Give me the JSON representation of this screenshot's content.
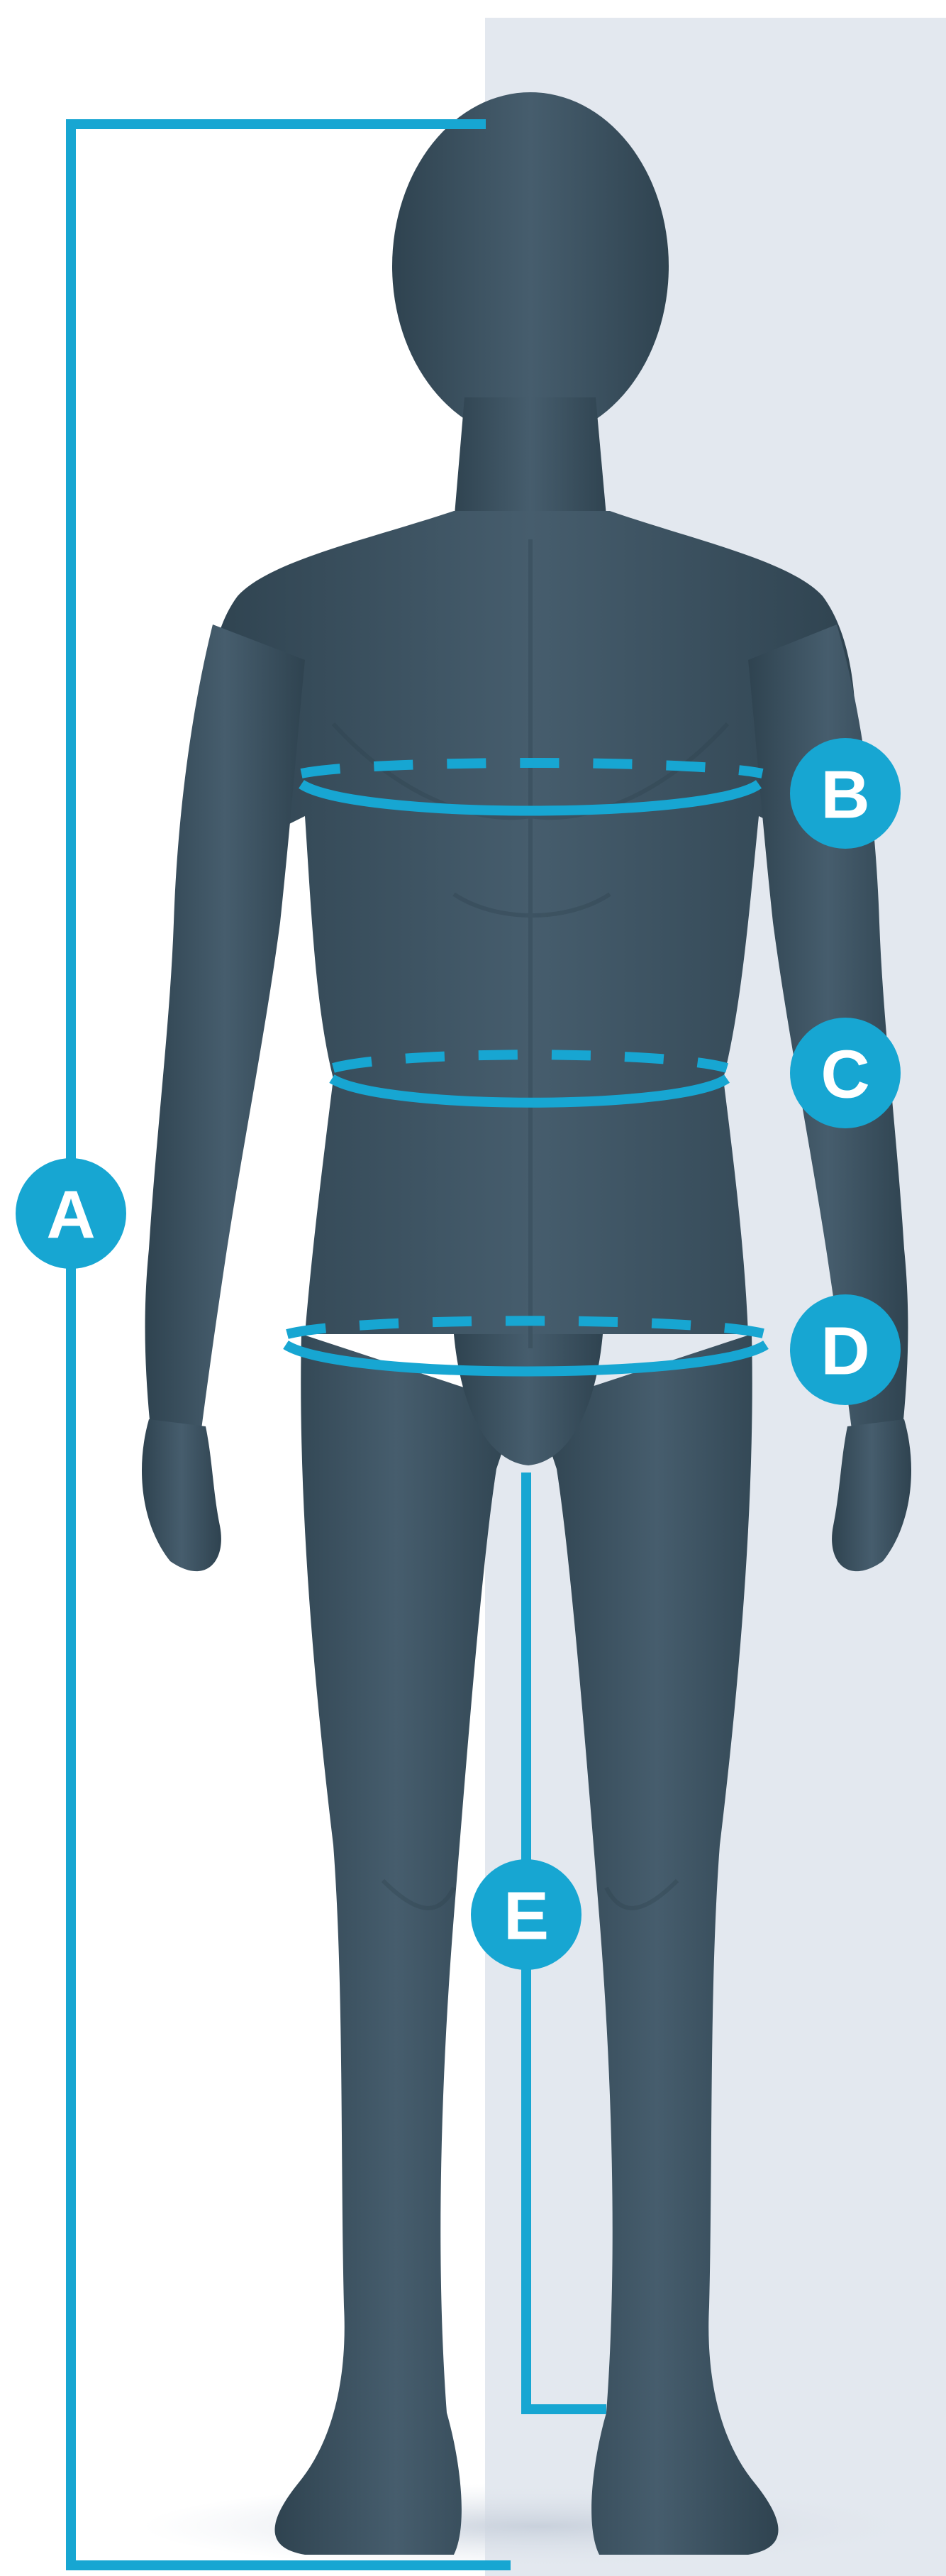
{
  "colors": {
    "accent": "#17a6d2",
    "badge_text": "#ffffff",
    "figure": "#3c5261",
    "figure_shade": "#2e414e",
    "background_panel": "#e3e8ef",
    "background": "#ffffff",
    "floor": "#d7dde6"
  },
  "measurements": [
    {
      "id": "A",
      "label": "A",
      "kind": "vertical-line"
    },
    {
      "id": "B",
      "label": "B",
      "kind": "ring"
    },
    {
      "id": "C",
      "label": "C",
      "kind": "ring"
    },
    {
      "id": "D",
      "label": "D",
      "kind": "ring"
    },
    {
      "id": "E",
      "label": "E",
      "kind": "vertical-line"
    }
  ]
}
